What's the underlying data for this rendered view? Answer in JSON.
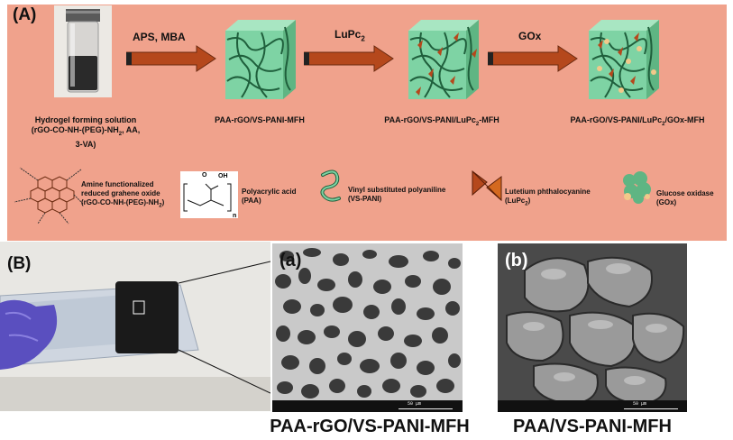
{
  "panel_a": {
    "label": "(A)",
    "steps": [
      "APS, MBA",
      "LuPc",
      "GOx"
    ],
    "lupc_sub": "2",
    "captions": {
      "solution": [
        "Hydrogel forming solution",
        "(rGO-CO-NH-(PEG)-NH",
        "2",
        ", AA,",
        "3-VA)"
      ],
      "gel1": "PAA-rGO/VS-PANI-MFH",
      "gel2_a": "PAA-rGO/VS-PANI/LuPc",
      "gel2_sub": "2",
      "gel2_b": "-MFH",
      "gel3_a": "PAA-rGO/VS-PANI/LuPc",
      "gel3_sub": "2",
      "gel3_b": "/GOx-MFH"
    },
    "legend": {
      "rgo": [
        "Amine functionalized",
        "reduced grahene oxide",
        "(rGO-CO-NH-(PEG)-NH",
        "2",
        ")"
      ],
      "paa_struct": [
        "O",
        "OH",
        "n"
      ],
      "paa": [
        "Polyacrylic acid",
        "(PAA)"
      ],
      "vspani": [
        "Vinyl substituted polyaniline",
        "(VS-PANI)"
      ],
      "lupc": [
        "Lutetium phthalocyanine",
        "(LuPc",
        "2",
        ")"
      ],
      "gox": [
        "Glucose oxidase",
        "(GOx)"
      ]
    }
  },
  "panel_b": {
    "label": "(B)",
    "sem_a_letter": "(a)",
    "sem_b_letter": "(b)",
    "sem_a_caption": "PAA-rGO/VS-PANI-MFH",
    "sem_b_caption": "PAA/VS-PANI-MFH",
    "scale_text": "50 μm"
  },
  "colors": {
    "panel_bg": "#f0a28c",
    "arrow": "#b5481c",
    "gel": "#7ed3a4",
    "gel_dark": "#1f5f3c"
  }
}
